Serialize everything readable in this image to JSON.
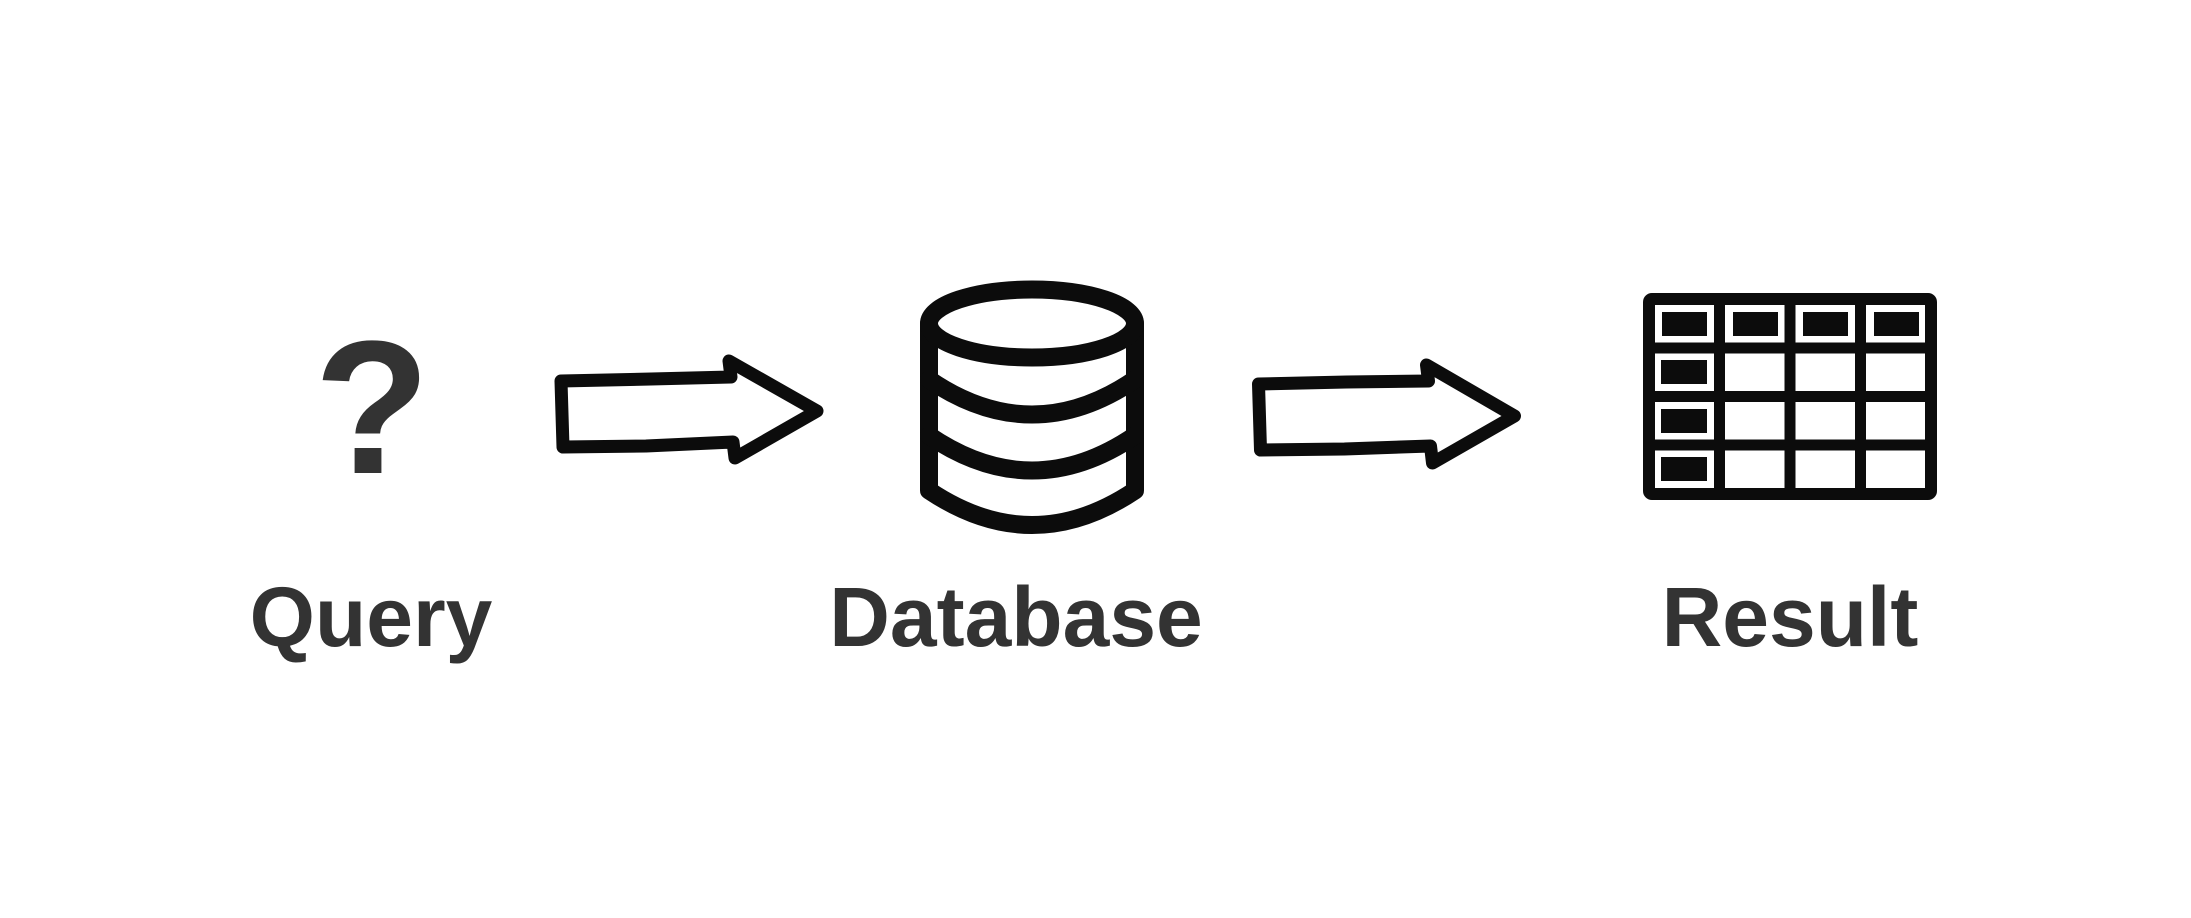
{
  "diagram": {
    "background_color": "#ffffff",
    "icon_color": "#0c0c0c",
    "label_color": "#333333",
    "nodes": [
      {
        "id": "query",
        "label": "Query",
        "icon": "question-mark-icon",
        "glyph": "?"
      },
      {
        "id": "database",
        "label": "Database",
        "icon": "database-cylinder-icon"
      },
      {
        "id": "result",
        "label": "Result",
        "icon": "table-grid-icon"
      }
    ],
    "connectors": [
      {
        "from": "query",
        "to": "database",
        "icon": "block-arrow-right-icon"
      },
      {
        "from": "database",
        "to": "result",
        "icon": "block-arrow-right-icon"
      }
    ]
  }
}
